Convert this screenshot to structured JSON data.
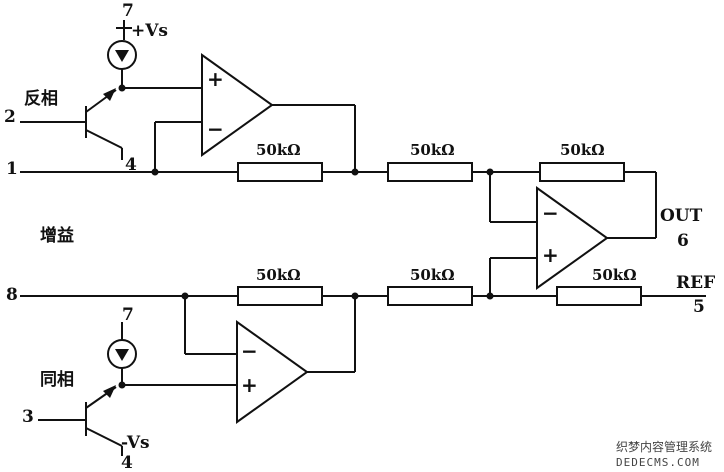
{
  "labels": {
    "inverting": "反相",
    "non_inverting": "同相",
    "gain": "增益",
    "out": "OUT",
    "ref": "REF",
    "vs_pos": "+Vs",
    "vs_neg": "-Vs"
  },
  "pins": {
    "inv_input": "2",
    "gain_top": "1",
    "gain_bottom": "8",
    "noninv_input": "3",
    "out": "6",
    "ref": "5",
    "supply_top": "7",
    "supply_bottom": "7",
    "neg_top": "4",
    "neg_bottom": "4"
  },
  "resistors": {
    "r1": "50kΩ",
    "r2": "50kΩ",
    "r3": "50kΩ",
    "r4": "50kΩ",
    "r5": "50kΩ",
    "r6": "50kΩ"
  },
  "opamp_signs": {
    "plus": "+",
    "minus": "−"
  },
  "watermark": {
    "line1": "织梦内容管理系统",
    "line2": "DEDECMS.COM"
  }
}
